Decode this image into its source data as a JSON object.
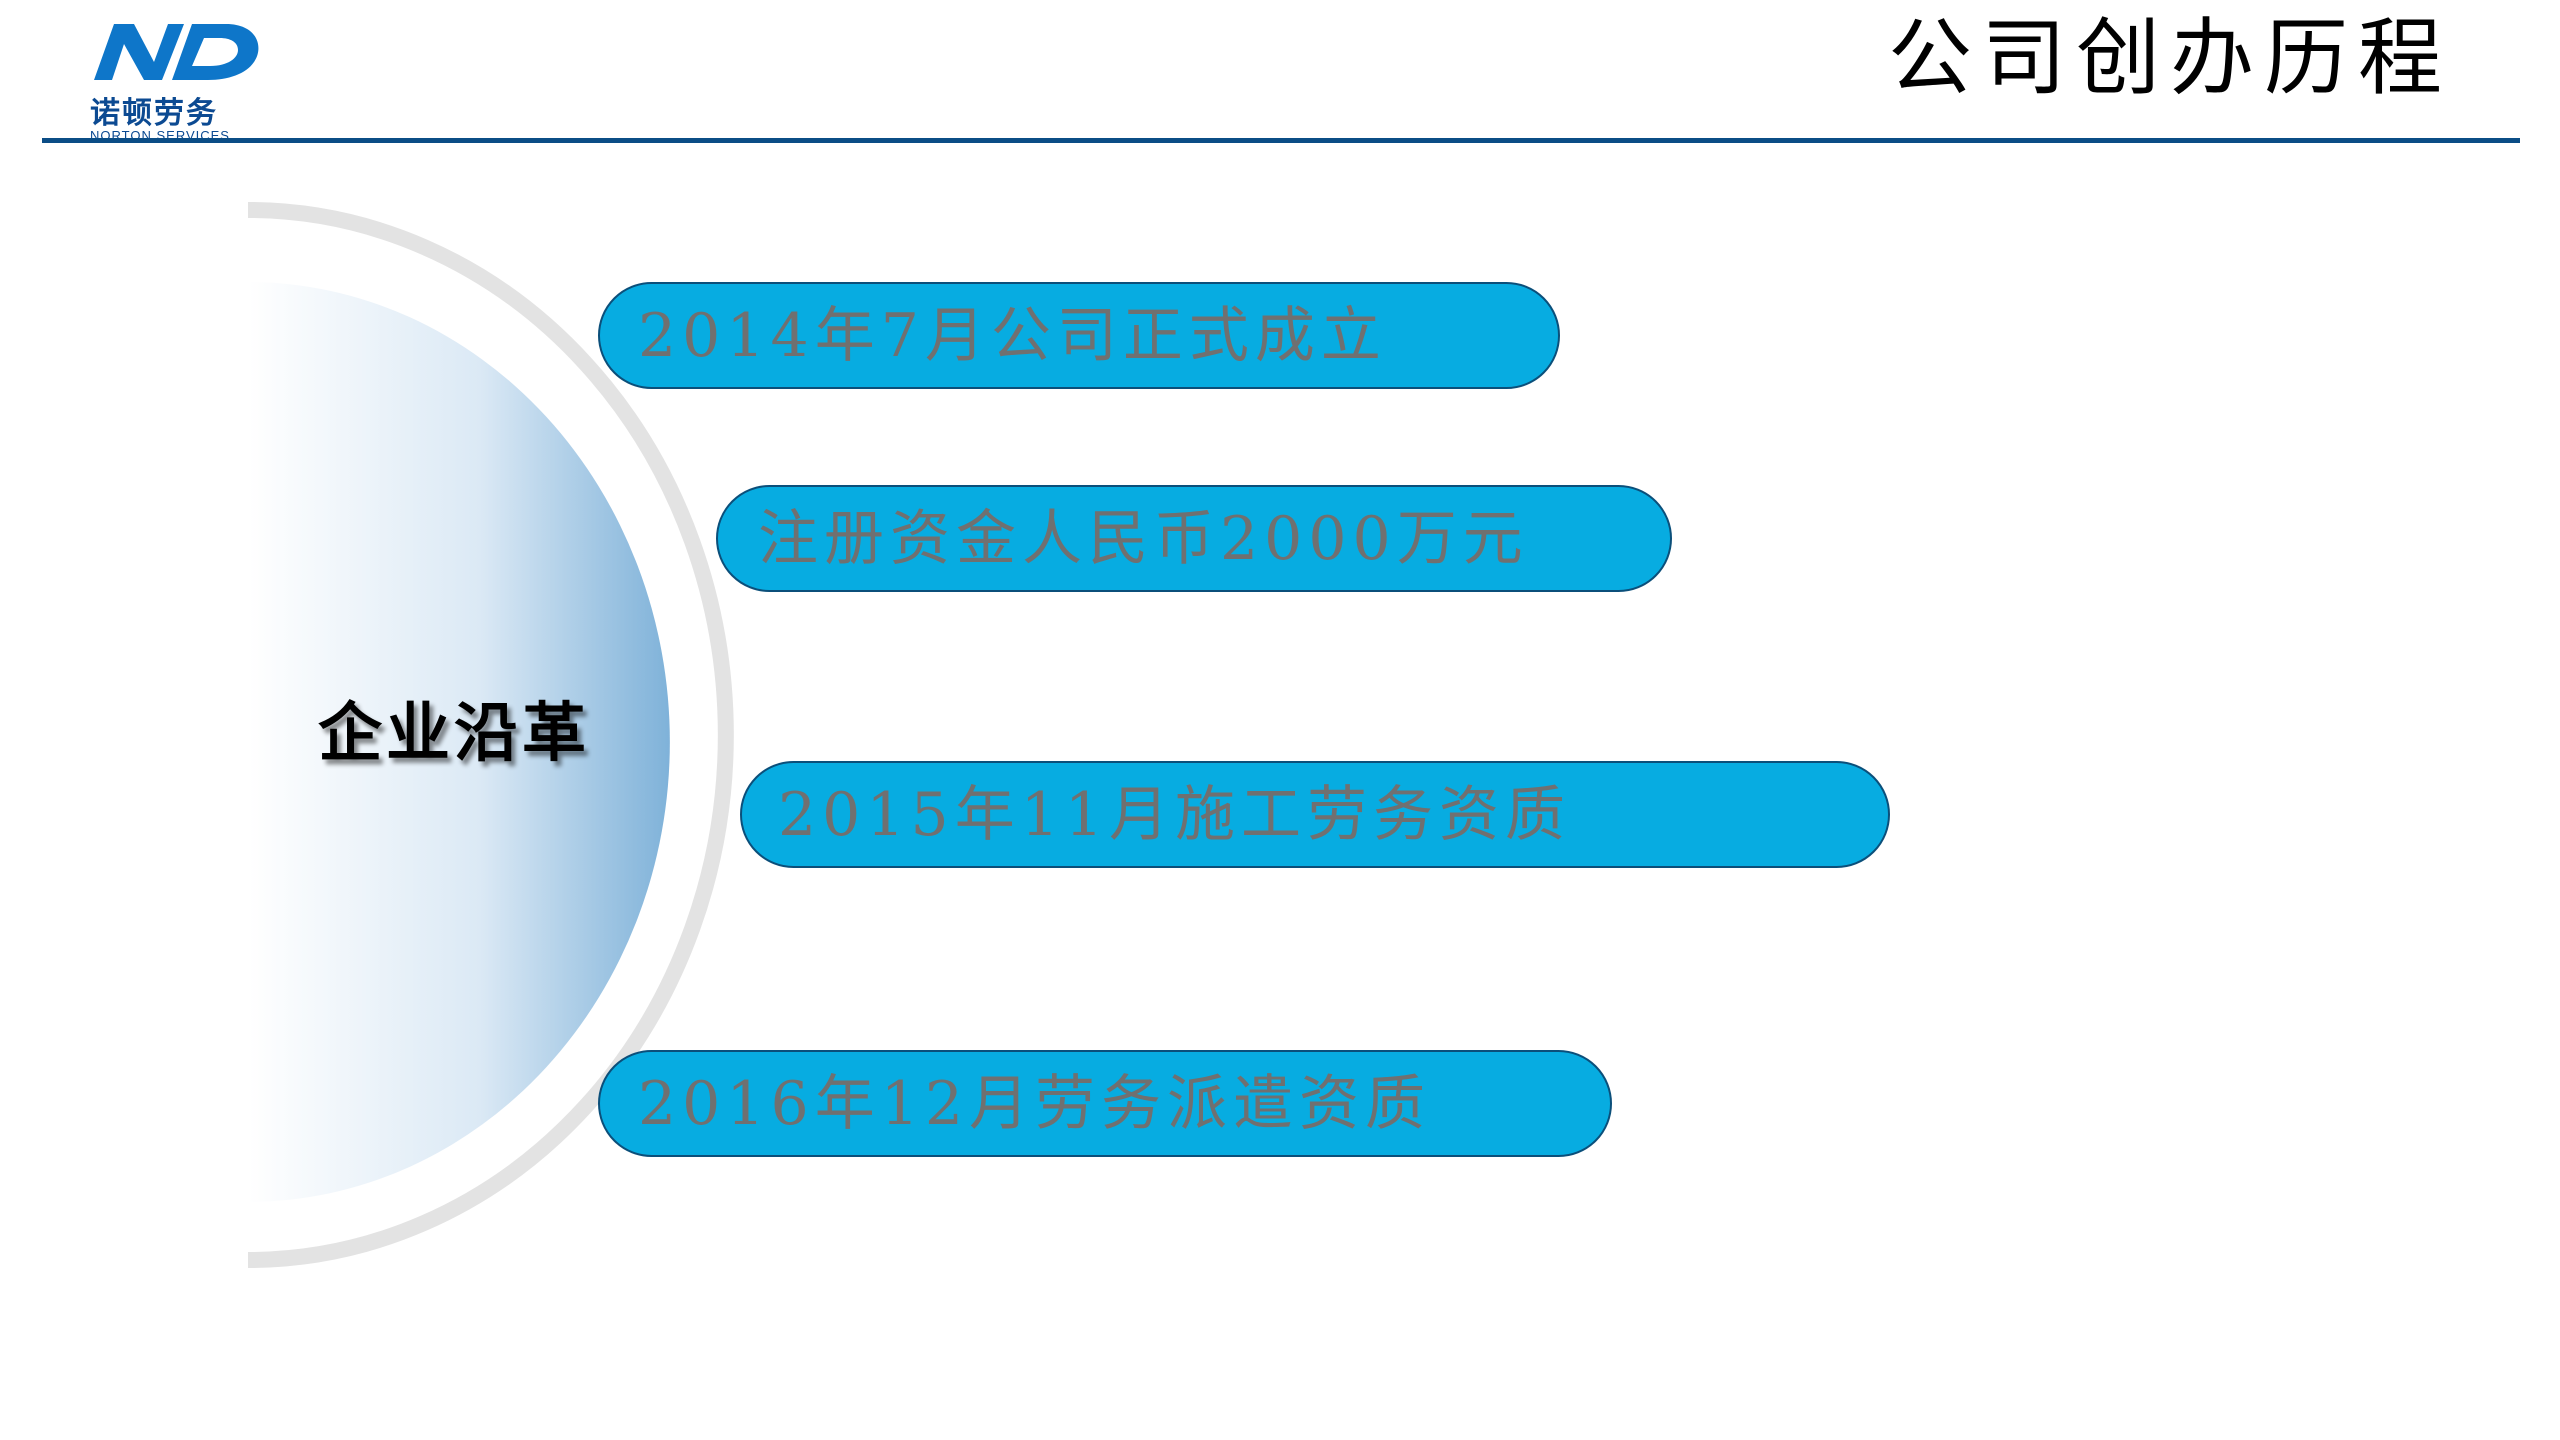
{
  "logo": {
    "mark": "ND",
    "name_cn": "诺顿劳务",
    "name_en": "NORTON SERVICES"
  },
  "page": {
    "title": "公司创办历程"
  },
  "center": {
    "label": "企业沿革"
  },
  "milestones": [
    {
      "text": "2014年7月公司正式成立"
    },
    {
      "text": "注册资金人民币2000万元"
    },
    {
      "text": "2015年11月施工劳务资质"
    },
    {
      "text": "2016年12月劳务派遣资质"
    }
  ],
  "colors": {
    "brand": "#0c4a92",
    "rule": "#0b4d86",
    "pill_fill": "#07ace1",
    "pill_border": "#0b4f7a",
    "pill_text": "#707070",
    "arc_gray": "#e3e3e3",
    "gradient_edge": "#7fb2d9"
  }
}
